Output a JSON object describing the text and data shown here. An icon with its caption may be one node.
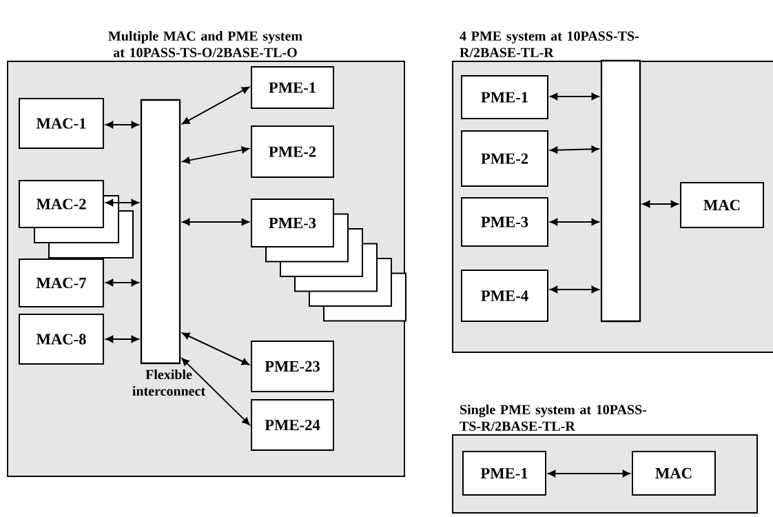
{
  "diagram": {
    "nodes": [
      {
        "text": [
          "Multiple MAC and PME system at 10PASS-TS-O/2BASE-TL-O"
        ]
      },
      {
        "text": [
          "MAC-1"
        ],
        "in": 0
      },
      {
        "text": [
          "MAC-2"
        ],
        "in": 0
      },
      {
        "text": [],
        "shape": "box",
        "in": 0
      },
      {
        "text": [],
        "shape": "box",
        "in": 0
      },
      {
        "text": [
          "MAC-7"
        ],
        "in": 0
      },
      {
        "text": [
          "MAC-8"
        ],
        "in": 0
      },
      {
        "text": [],
        "shape": "bar",
        "beside": [
          "Flexible interconnect"
        ],
        "in": 0
      },
      {
        "text": [
          "PME-1"
        ],
        "in": 0
      },
      {
        "text": [
          "PME-2"
        ],
        "in": 0
      },
      {
        "text": [
          "PME-3"
        ],
        "in": 0
      },
      {
        "text": [],
        "shape": "box",
        "in": 0
      },
      {
        "text": [],
        "shape": "box",
        "in": 0
      },
      {
        "text": [],
        "shape": "box",
        "in": 0
      },
      {
        "text": [],
        "shape": "box",
        "in": 0
      },
      {
        "text": [],
        "shape": "box",
        "in": 0
      },
      {
        "text": [
          "PME-23"
        ],
        "in": 0
      },
      {
        "text": [
          "PME-24"
        ],
        "in": 0
      },
      {
        "text": [
          "4 PME system at 10PASS-TS-R/2BASE-TL-R"
        ]
      },
      {
        "text": [
          "PME-1"
        ],
        "in": 18
      },
      {
        "text": [
          "PME-2"
        ],
        "in": 18
      },
      {
        "text": [
          "PME-3"
        ],
        "in": 18
      },
      {
        "text": [
          "PME-4"
        ],
        "in": 18
      },
      {
        "text": [],
        "shape": "bar",
        "in": 18
      },
      {
        "text": [
          "MAC"
        ],
        "in": 18
      },
      {
        "text": [
          "Single PME system at 10PASS-TS-R/2BASE-TL-R"
        ]
      },
      {
        "text": [
          "PME-1"
        ],
        "in": 25
      },
      {
        "text": [
          "MAC"
        ],
        "in": 25
      }
    ],
    "edges": [
      {
        "from": 1,
        "to": 7,
        "arrow": "both"
      },
      {
        "from": 2,
        "to": 7,
        "arrow": "both"
      },
      {
        "from": 5,
        "to": 7,
        "arrow": "both"
      },
      {
        "from": 6,
        "to": 7,
        "arrow": "both"
      },
      {
        "from": 8,
        "to": 7,
        "arrow": "both"
      },
      {
        "from": 9,
        "to": 7,
        "arrow": "both"
      },
      {
        "from": 10,
        "to": 7,
        "arrow": "both"
      },
      {
        "from": 16,
        "to": 7,
        "arrow": "both"
      },
      {
        "from": 17,
        "to": 7,
        "arrow": "both"
      },
      {
        "from": 19,
        "to": 23,
        "arrow": "both"
      },
      {
        "from": 20,
        "to": 23,
        "arrow": "both"
      },
      {
        "from": 21,
        "to": 23,
        "arrow": "both"
      },
      {
        "from": 22,
        "to": 23,
        "arrow": "both"
      },
      {
        "from": 24,
        "to": 23,
        "arrow": "both"
      },
      {
        "from": 26,
        "to": 27,
        "arrow": "both"
      }
    ]
  }
}
